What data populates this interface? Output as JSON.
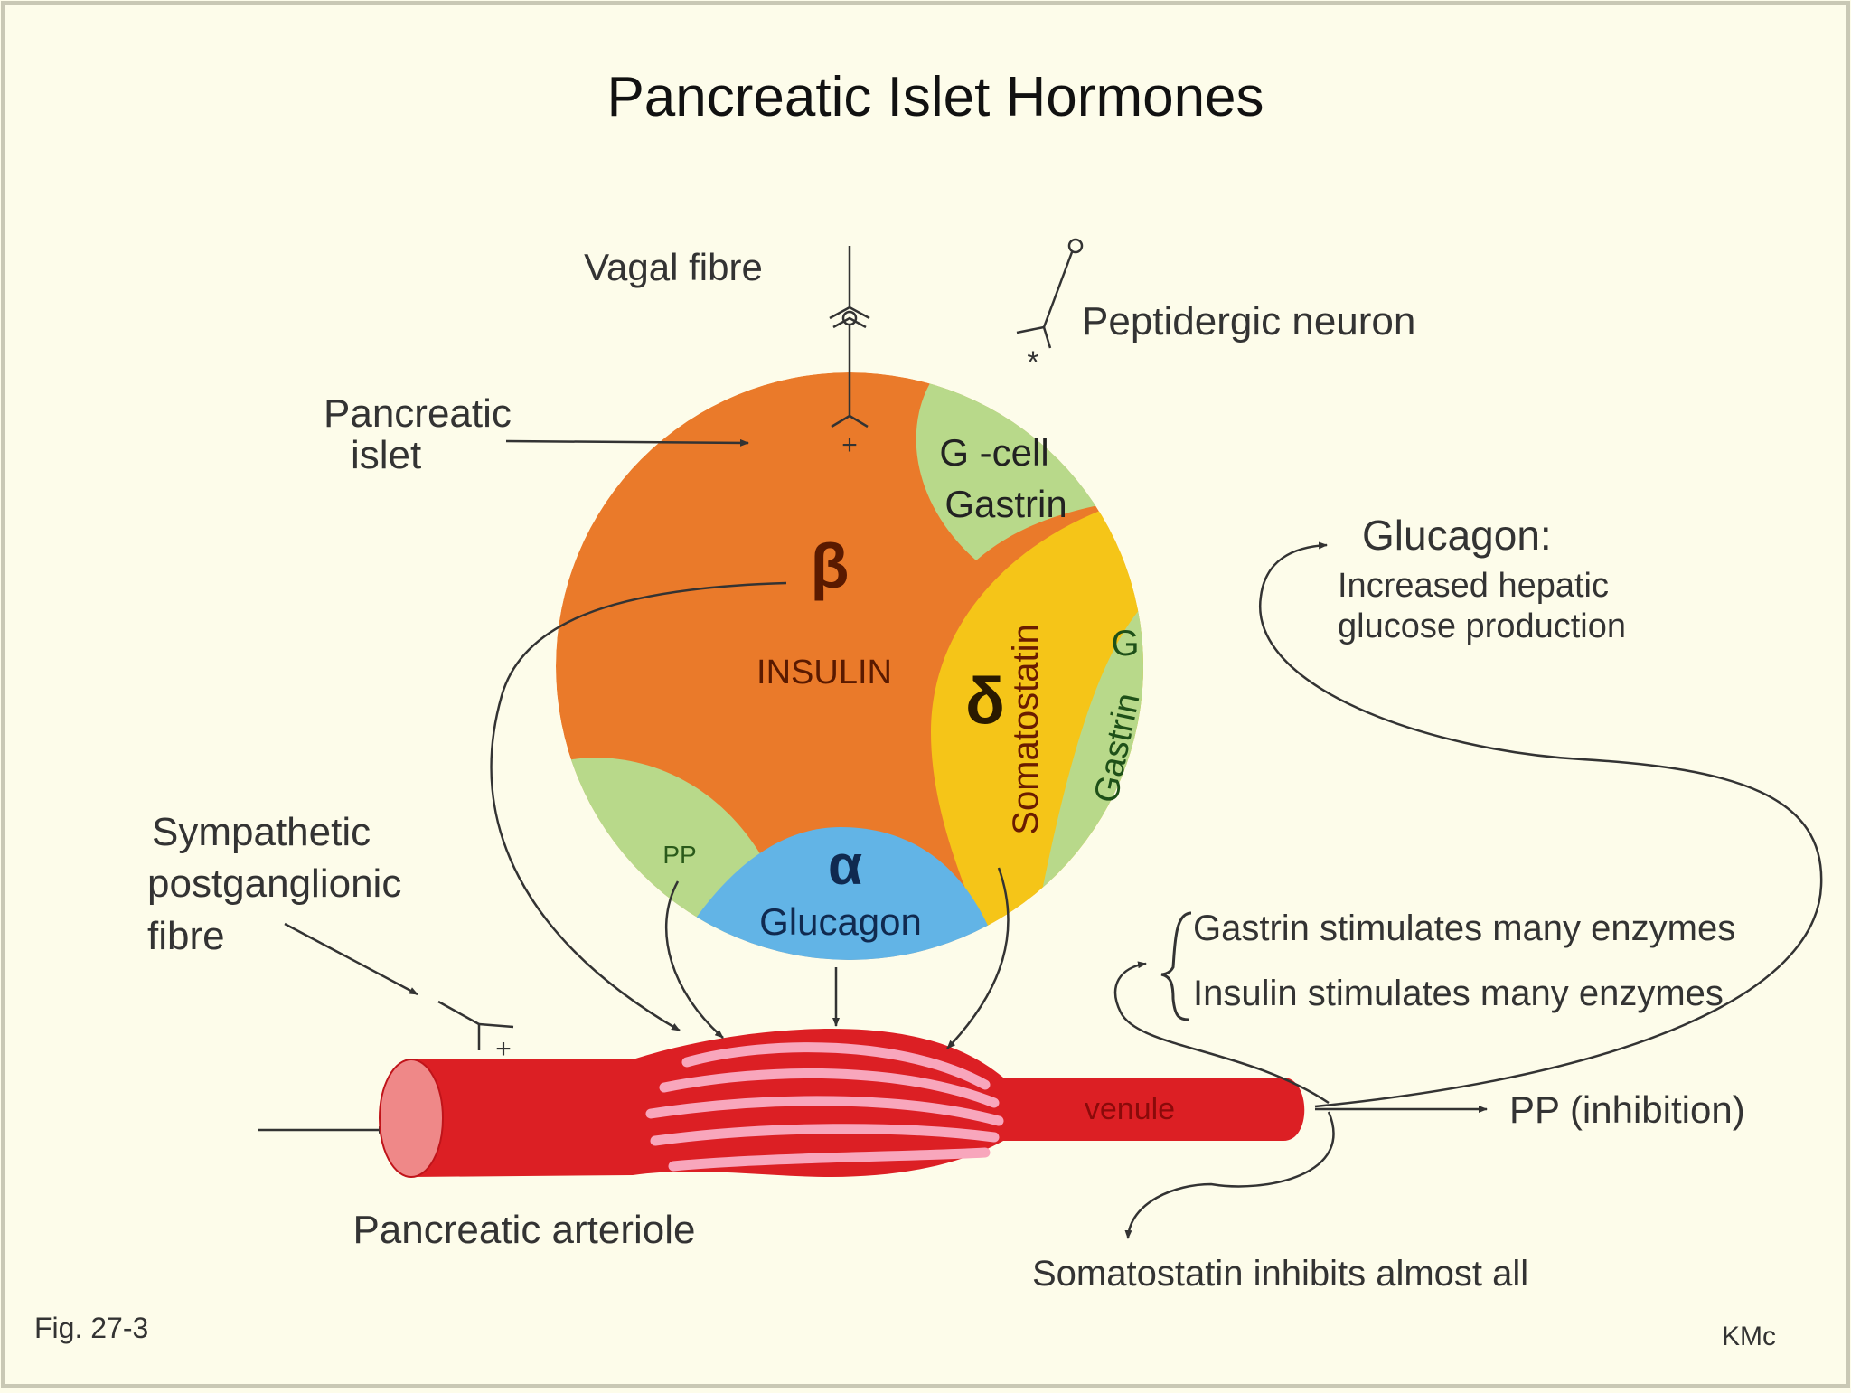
{
  "title": "Pancreatic Islet Hormones",
  "labels": {
    "vagal_fibre": "Vagal fibre",
    "peptidergic_neuron": "Peptidergic  neuron",
    "pancreatic_islet_line1": "Pancreatic",
    "pancreatic_islet_line2": "islet",
    "sympathetic_line1": "Sympathetic",
    "sympathetic_line2": "postganglionic",
    "sympathetic_line3": "fibre",
    "pancreatic_arteriole": "Pancreatic arteriole",
    "venule": "venule",
    "fig_number": "Fig. 27-3",
    "author": "KMc"
  },
  "islet": {
    "beta_symbol": "β",
    "insulin": "INSULIN",
    "gcell_line1": "G -cell",
    "gcell_line2": "Gastrin",
    "delta_symbol": "δ",
    "somatostatin": "Somatostatin",
    "g_letter": "G",
    "gastrin_vertical": "Gastrin",
    "pp": "PP",
    "alpha_symbol": "α",
    "glucagon": "Glucagon"
  },
  "effects": {
    "glucagon_heading": "Glucagon:",
    "glucagon_line1": "Increased hepatic",
    "glucagon_line2": "glucose  production",
    "gastrin_effect": "Gastrin stimulates many enzymes",
    "insulin_effect": "Insulin stimulates many enzymes",
    "pp_effect": "PP (inhibition)",
    "somatostatin_effect": "Somatostatin inhibits almost all"
  },
  "signs": {
    "plus": "+",
    "star": "*"
  },
  "colors": {
    "background": "#fdfcea",
    "beta": "#ea7a2a",
    "g_cell": "#b8d98a",
    "delta": "#f5c518",
    "alpha": "#62b4e6",
    "vessel": "#dc1f24",
    "vessel_stripes": "#f8a6bc",
    "vessel_end": "#ef8888"
  }
}
